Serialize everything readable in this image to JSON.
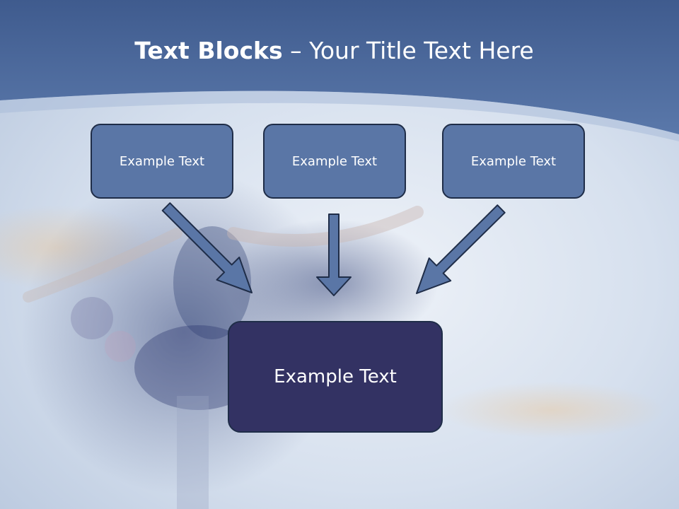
{
  "title": {
    "bold": "Text Blocks",
    "rest": " – Your Title Text Here"
  },
  "boxes": {
    "top": [
      "Example Text",
      "Example Text",
      "Example Text"
    ],
    "bottom": "Example Text"
  },
  "colors": {
    "header": "#4a679a",
    "box_fill": "#5a76a6",
    "box_border": "#1f2d48",
    "main_box_fill": "#333263",
    "arrow_fill": "#5a76a6",
    "text": "#ffffff"
  }
}
